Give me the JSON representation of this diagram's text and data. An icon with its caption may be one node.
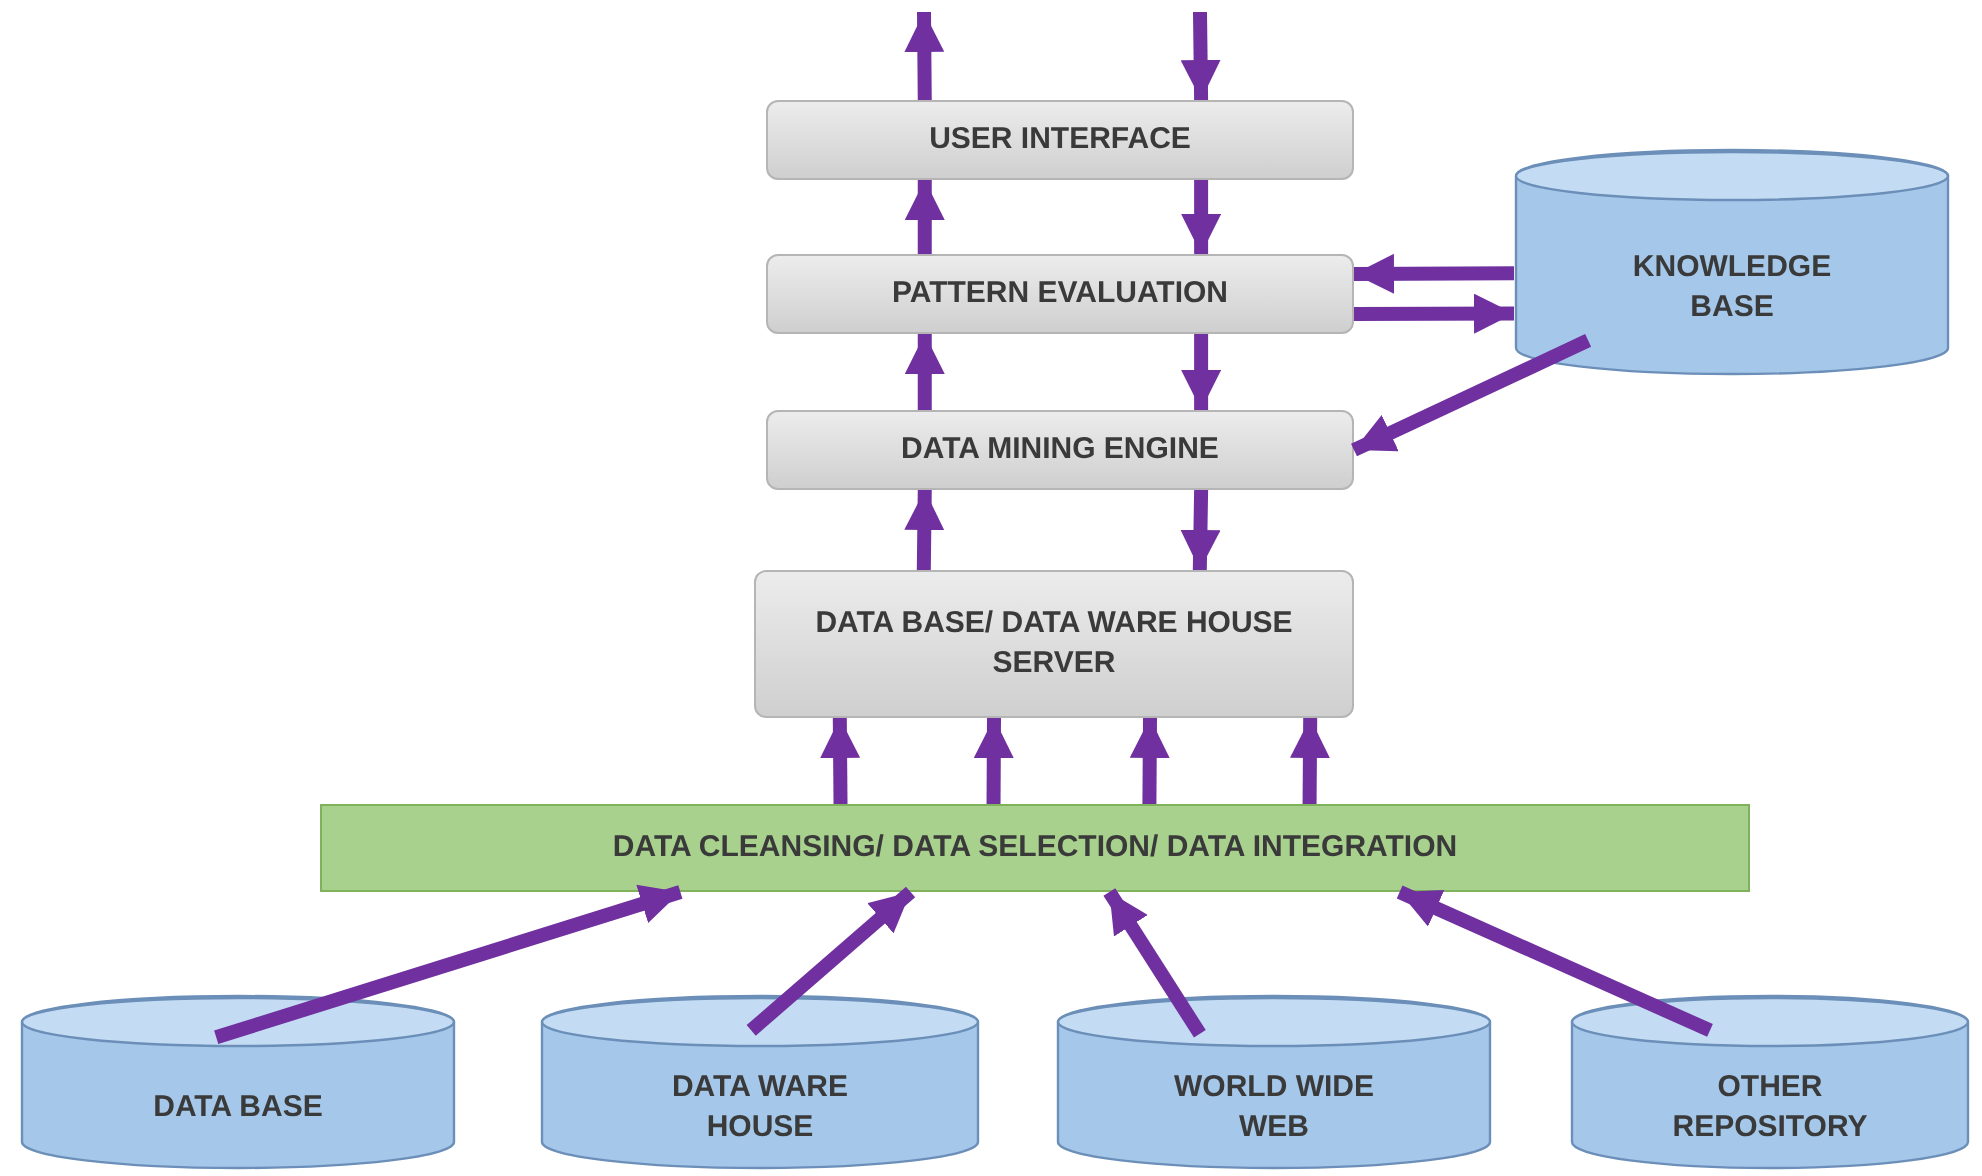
{
  "diagram": {
    "nodes": [
      {
        "text": [
          "USER INTERFACE"
        ]
      },
      {
        "text": [
          "PATTERN EVALUATION"
        ]
      },
      {
        "text": [
          "DATA MINING ENGINE"
        ]
      },
      {
        "text": [
          "DATA BASE/ DATA WARE HOUSE SERVER"
        ]
      },
      {
        "text": [
          "DATA CLEANSING/ DATA SELECTION/ DATA INTEGRATION"
        ]
      },
      {
        "text": [
          "KNOWLEDGE BASE"
        ]
      },
      {
        "text": [
          "DATA BASE"
        ]
      },
      {
        "text": [
          "DATA WARE HOUSE"
        ]
      },
      {
        "text": [
          "WORLD WIDE WEB"
        ]
      },
      {
        "text": [
          "OTHER REPOSITORY"
        ]
      }
    ],
    "edges": [
      {
        "from": 0,
        "to": null,
        "arrow": "to"
      },
      {
        "from": null,
        "to": 0,
        "arrow": "to"
      },
      {
        "from": 1,
        "to": 0,
        "arrow": "to"
      },
      {
        "from": 0,
        "to": 1,
        "arrow": "to"
      },
      {
        "from": 2,
        "to": 1,
        "arrow": "to"
      },
      {
        "from": 1,
        "to": 2,
        "arrow": "to"
      },
      {
        "from": 3,
        "to": 2,
        "arrow": "to"
      },
      {
        "from": 2,
        "to": 3,
        "arrow": "to"
      },
      {
        "from": 4,
        "to": 3,
        "arrow": "to"
      },
      {
        "from": 4,
        "to": 3,
        "arrow": "to"
      },
      {
        "from": 4,
        "to": 3,
        "arrow": "to"
      },
      {
        "from": 4,
        "to": 3,
        "arrow": "to"
      },
      {
        "from": 5,
        "to": 1,
        "arrow": "to"
      },
      {
        "from": 1,
        "to": 5,
        "arrow": "to"
      },
      {
        "from": 5,
        "to": 2,
        "arrow": "to"
      },
      {
        "from": 6,
        "to": 4,
        "arrow": "to"
      },
      {
        "from": 7,
        "to": 4,
        "arrow": "to"
      },
      {
        "from": 8,
        "to": 4,
        "arrow": "to"
      },
      {
        "from": 9,
        "to": 4,
        "arrow": "to"
      }
    ]
  }
}
